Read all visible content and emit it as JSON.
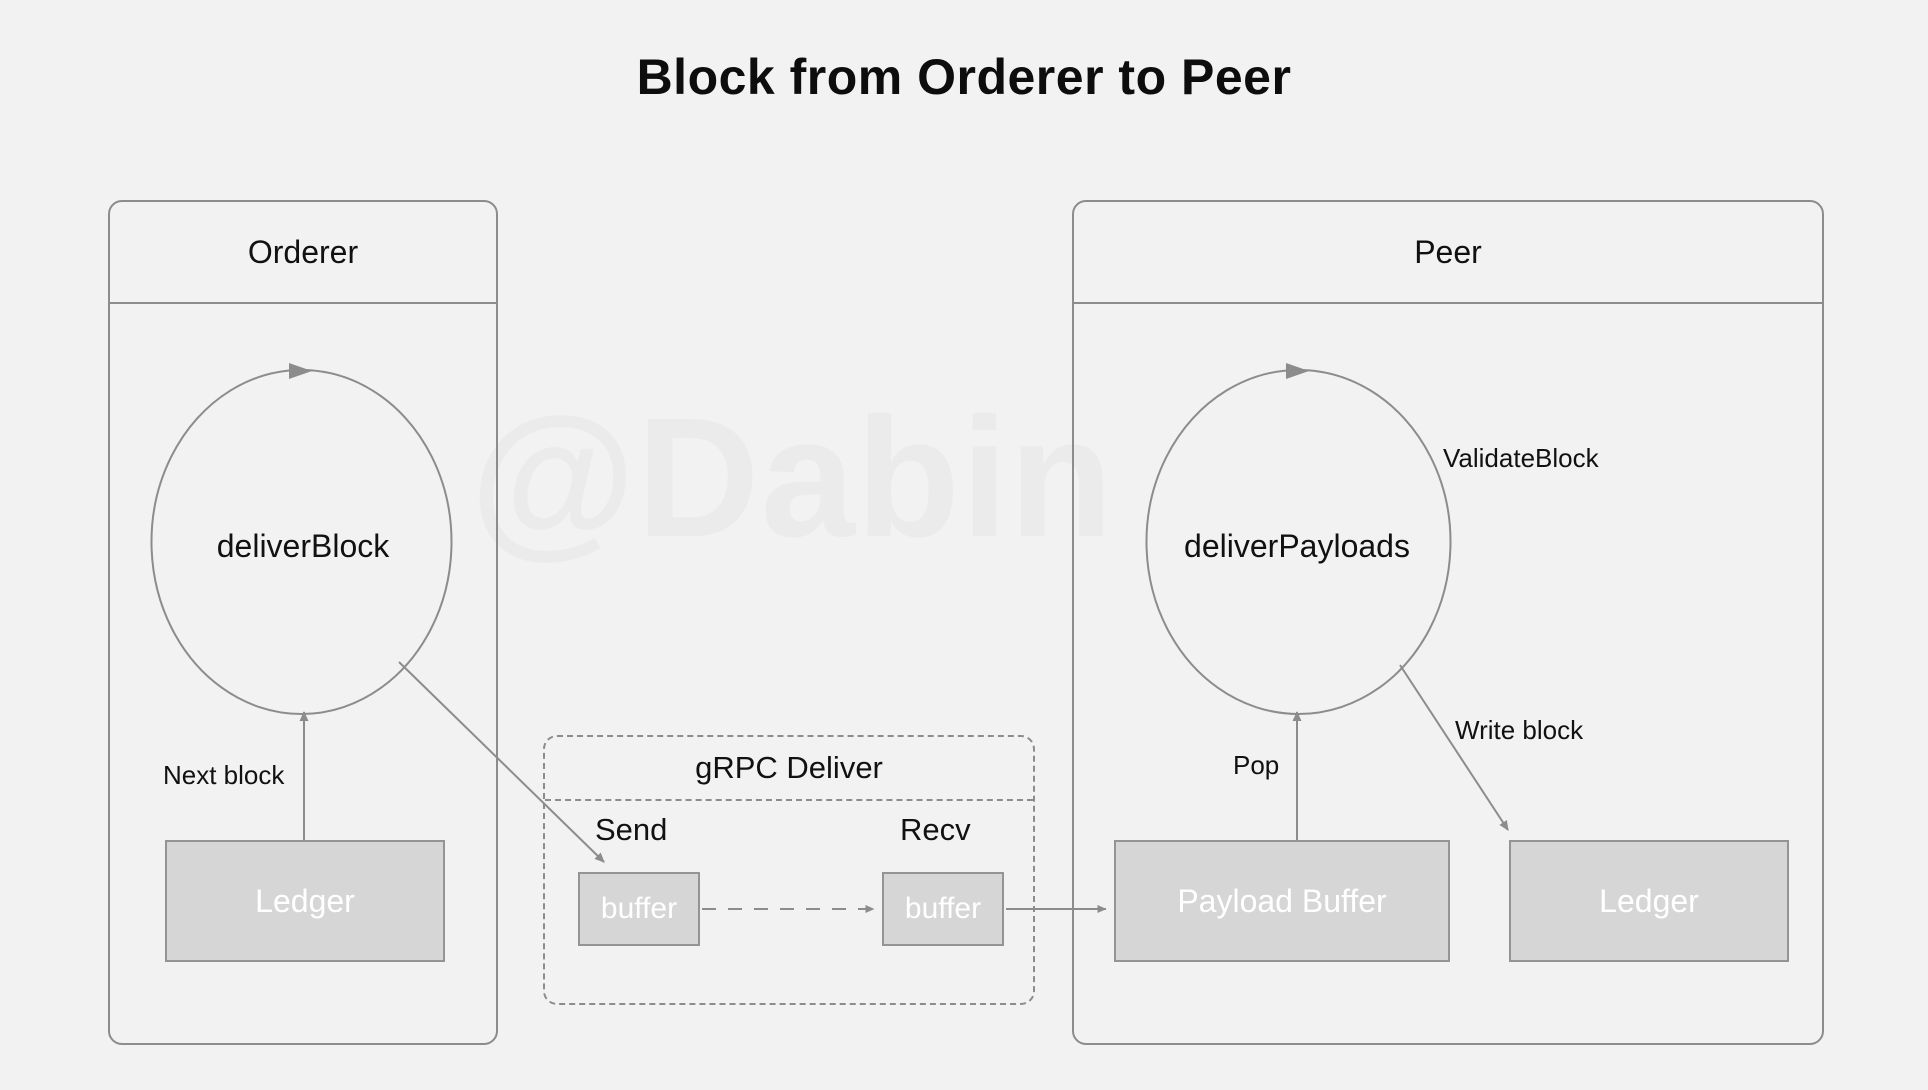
{
  "page": {
    "title": "Block from Orderer to Peer",
    "watermark": "@Dabin",
    "background_color": "#f2f2f2"
  },
  "colors": {
    "panel_border": "#8c8c8c",
    "box_fill": "#d6d6d6",
    "box_border": "#949494",
    "box_text": "#ffffff",
    "edge_stroke": "#8c8c8c",
    "text": "#111111",
    "watermark": "#ebebeb"
  },
  "panels": {
    "orderer": {
      "title": "Orderer",
      "node": {
        "label": "deliverBlock",
        "shape": "circle",
        "self_loop": true
      },
      "boxes": [
        {
          "label": "Ledger"
        }
      ],
      "edge_labels": [
        "Next block"
      ]
    },
    "grpc": {
      "title": "gRPC Deliver",
      "style": "dashed",
      "columns": [
        {
          "label": "Send",
          "box": "buffer"
        },
        {
          "label": "Recv",
          "box": "buffer"
        }
      ]
    },
    "peer": {
      "title": "Peer",
      "node": {
        "label": "deliverPayloads",
        "shape": "circle",
        "self_loop": true
      },
      "boxes": [
        {
          "label": "Payload Buffer"
        },
        {
          "label": "Ledger"
        }
      ],
      "edge_labels": [
        "ValidateBlock",
        "Pop",
        "Write block"
      ]
    }
  },
  "edges": [
    {
      "from": "Ledger",
      "to": "deliverBlock",
      "label": "Next block",
      "style": "solid"
    },
    {
      "from": "deliverBlock",
      "to": "Send buffer",
      "label": "",
      "style": "solid"
    },
    {
      "from": "Send buffer",
      "to": "Recv buffer",
      "label": "",
      "style": "dashed"
    },
    {
      "from": "Recv buffer",
      "to": "Payload Buffer",
      "label": "",
      "style": "solid"
    },
    {
      "from": "Payload Buffer",
      "to": "deliverPayloads",
      "label": "Pop",
      "style": "solid"
    },
    {
      "from": "deliverPayloads",
      "to": "Ledger",
      "label": "Write block",
      "style": "solid"
    },
    {
      "from": "deliverPayloads",
      "to": "deliverPayloads",
      "label": "ValidateBlock",
      "style": "solid"
    }
  ]
}
